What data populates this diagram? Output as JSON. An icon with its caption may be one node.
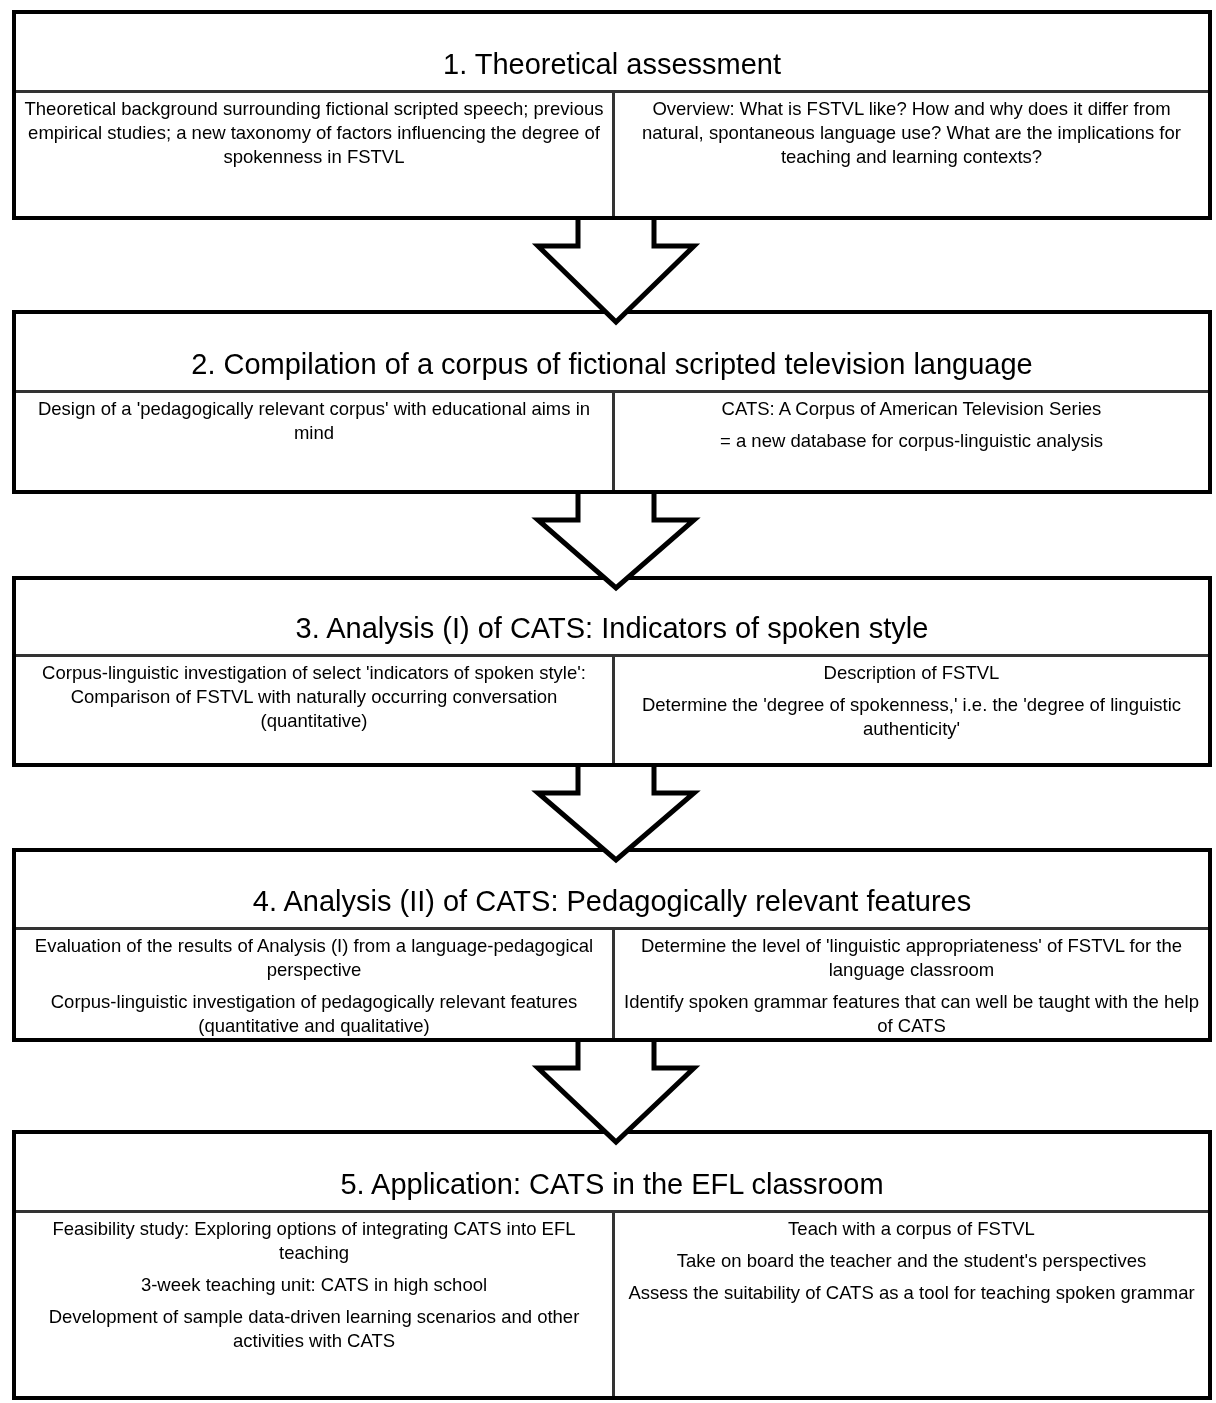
{
  "diagram": {
    "nodes": [
      {
        "text": [
          "1. Theoretical assessment"
        ]
      },
      {
        "text": [
          "Theoretical background surrounding  fictional scripted speech; previous empirical studies; a new taxonomy of factors influencing the degree of spokenness in FSTVL"
        ],
        "in": 0
      },
      {
        "text": [
          "Overview: What is FSTVL like? How and why does it differ from natural, spontaneous language use? What are the implications for teaching and learning contexts?"
        ],
        "in": 0
      },
      {
        "text": [
          "2. Compilation of a corpus of fictional scripted television language"
        ]
      },
      {
        "text": [
          "Design of a 'pedagogically relevant corpus' with educational aims in mind"
        ],
        "in": 3
      },
      {
        "text": [
          "CATS: A Corpus of American Television Series",
          "= a new database for corpus-linguistic analysis"
        ],
        "in": 3
      },
      {
        "text": [
          "3. Analysis (I) of CATS: Indicators of spoken style"
        ]
      },
      {
        "text": [
          "Corpus-linguistic investigation of select 'indicators of spoken style': Comparison of FSTVL with naturally occurring conversation (quantitative)"
        ],
        "in": 6
      },
      {
        "text": [
          "Description of FSTVL",
          "Determine the 'degree of spokenness,' i.e. the 'degree of linguistic authenticity'"
        ],
        "in": 6
      },
      {
        "text": [
          "4. Analysis (II) of CATS: Pedagogically relevant features"
        ]
      },
      {
        "text": [
          "Evaluation of the results of Analysis (I) from a language-pedagogical perspective",
          "Corpus-linguistic investigation of pedagogically relevant features (quantitative and qualitative)"
        ],
        "in": 9
      },
      {
        "text": [
          "Determine the level of 'linguistic appropriateness' of FSTVL for the language classroom",
          "Identify spoken grammar features that can well be taught with the help of CATS"
        ],
        "in": 9
      },
      {
        "text": [
          "5. Application: CATS in the EFL classroom"
        ]
      },
      {
        "text": [
          "Feasibility study: Exploring options of integrating CATS into EFL teaching",
          "3-week teaching unit: CATS in high school",
          "Development of sample data-driven learning scenarios  and other activities with CATS"
        ],
        "in": 12
      },
      {
        "text": [
          "Teach with a corpus of FSTVL",
          "Take on board the teacher and the student's perspectives",
          "Assess the suitability of CATS as a tool for teaching spoken grammar"
        ],
        "in": 12
      }
    ],
    "edges": [
      {
        "from": 0,
        "to": 3,
        "arrow": "to"
      },
      {
        "from": 3,
        "to": 6,
        "arrow": "to"
      },
      {
        "from": 6,
        "to": 9,
        "arrow": "to"
      },
      {
        "from": 9,
        "to": 12,
        "arrow": "to"
      }
    ]
  }
}
